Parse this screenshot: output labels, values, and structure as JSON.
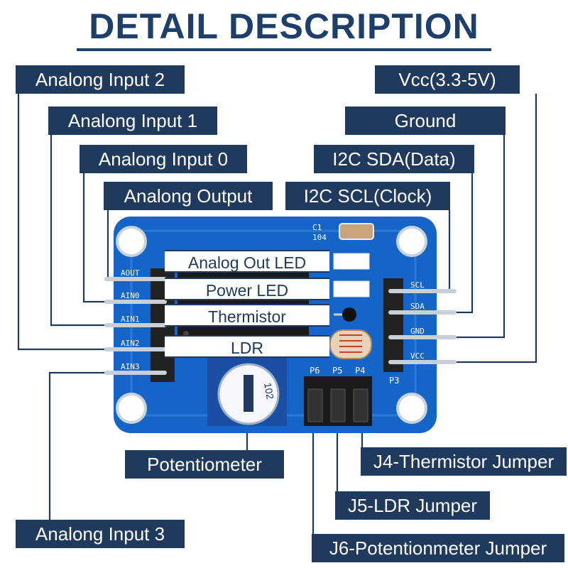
{
  "title": "DETAIL DESCRIPTION",
  "labels": {
    "analong_input_2": "Analong Input 2",
    "analong_input_1": "Analong Input 1",
    "analong_input_0": "Analong Input 0",
    "analong_output": "Analong Output",
    "analong_input_3": "Analong Input 3",
    "vcc": "Vcc(3.3-5V)",
    "ground": "Ground",
    "i2c_sda": "I2C SDA(Data)",
    "i2c_scl": "I2C SCL(Clock)",
    "potentiometer": "Potentiometer",
    "j4": "J4-Thermistor Jumper",
    "j5": "J5-LDR Jumper",
    "j6": "J6-Potentionmeter Jumper"
  },
  "board_labels": {
    "analog_out_led": "Analog Out LED",
    "power_led": "Power LED",
    "thermistor": "Thermistor",
    "ldr": "LDR"
  },
  "silkscreen": {
    "c1": "C1",
    "c1_value": "104",
    "p3": "P3",
    "p4": "P4",
    "p5": "P5",
    "p6": "P6",
    "pot_marking": "102",
    "left_pins": [
      "AOUT",
      "AIN0",
      "AIN1",
      "AIN2",
      "AIN3"
    ],
    "right_pins": [
      "SCL",
      "SDA",
      "GND",
      "VCC"
    ]
  },
  "colors": {
    "title": "#1e3f6b",
    "label_bg": "#1f3a5c",
    "board": "#1565c8",
    "line": "#1f3a5c"
  }
}
